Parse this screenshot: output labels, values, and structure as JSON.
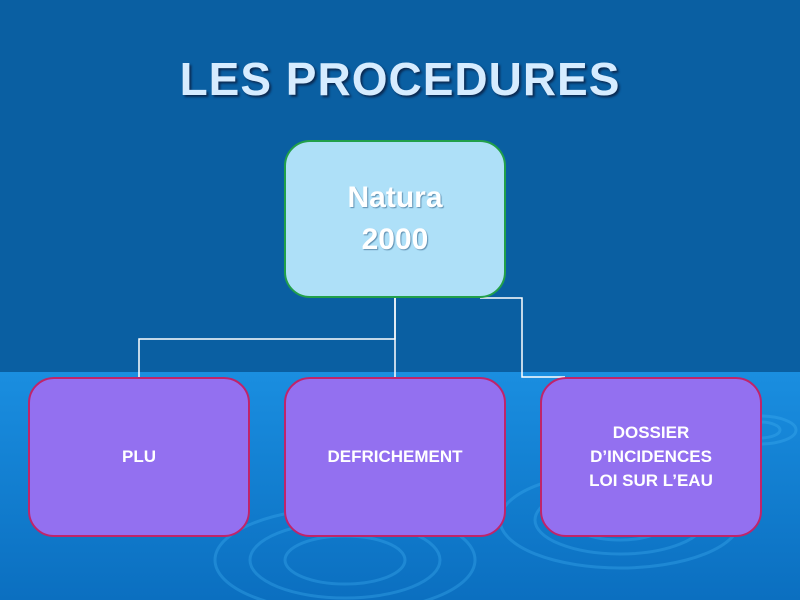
{
  "slide": {
    "title": "LES  PROCEDURES",
    "colors": {
      "background_top": "#0a5fa2",
      "background_bottom": "#118fd8",
      "root_fill": "#aee0f8",
      "root_border": "#22a04a",
      "child_fill": "#9370f0",
      "child_border": "#c0246a",
      "connector": "#ffffff"
    }
  },
  "diagram": {
    "root": {
      "label": "Natura\n2000"
    },
    "children": [
      {
        "label": "PLU"
      },
      {
        "label": "DEFRICHEMENT"
      },
      {
        "label": "DOSSIER\nD’INCIDENCES\nLOI SUR L’EAU"
      }
    ]
  }
}
